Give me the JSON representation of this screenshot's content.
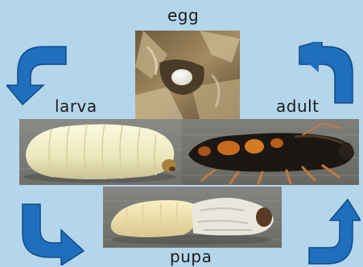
{
  "labels": {
    "egg": "egg",
    "larva": "larva",
    "adult": "adult",
    "pupa": "pupa"
  },
  "colors": {
    "background": "#b4d6ea",
    "arrow": "#1f6fbd"
  },
  "icons": [
    "curved-arrow-icon"
  ]
}
